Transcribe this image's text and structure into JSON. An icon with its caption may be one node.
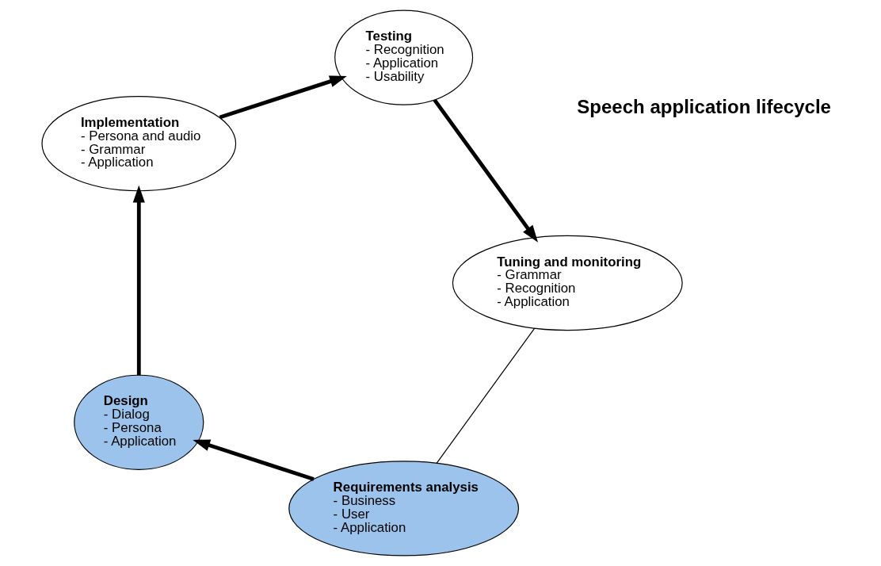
{
  "diagram": {
    "nodes": [
      {
        "text": [
          "Requirements analysis",
          "- Business",
          "- User",
          "- Application"
        ]
      },
      {
        "text": [
          "Design",
          "- Dialog",
          "- Persona",
          "- Application"
        ]
      },
      {
        "text": [
          "Implementation",
          "- Persona and audio",
          "- Grammar",
          "- Application"
        ]
      },
      {
        "text": [
          "Testing",
          "- Recognition",
          "- Application",
          "- Usability"
        ]
      },
      {
        "text": [
          "Tuning and monitoring",
          "- Grammar",
          "- Recognition",
          "- Application"
        ]
      }
    ],
    "edges": [
      {
        "from": 0,
        "to": 1,
        "arrow": "to"
      },
      {
        "from": 1,
        "to": 2,
        "arrow": "to"
      },
      {
        "from": 2,
        "to": 3,
        "arrow": "to"
      },
      {
        "from": 3,
        "to": 4,
        "arrow": "to"
      },
      {
        "from": 4,
        "to": 0,
        "arrow": "none"
      }
    ],
    "labels": [
      "Speech application lifecycle"
    ]
  }
}
